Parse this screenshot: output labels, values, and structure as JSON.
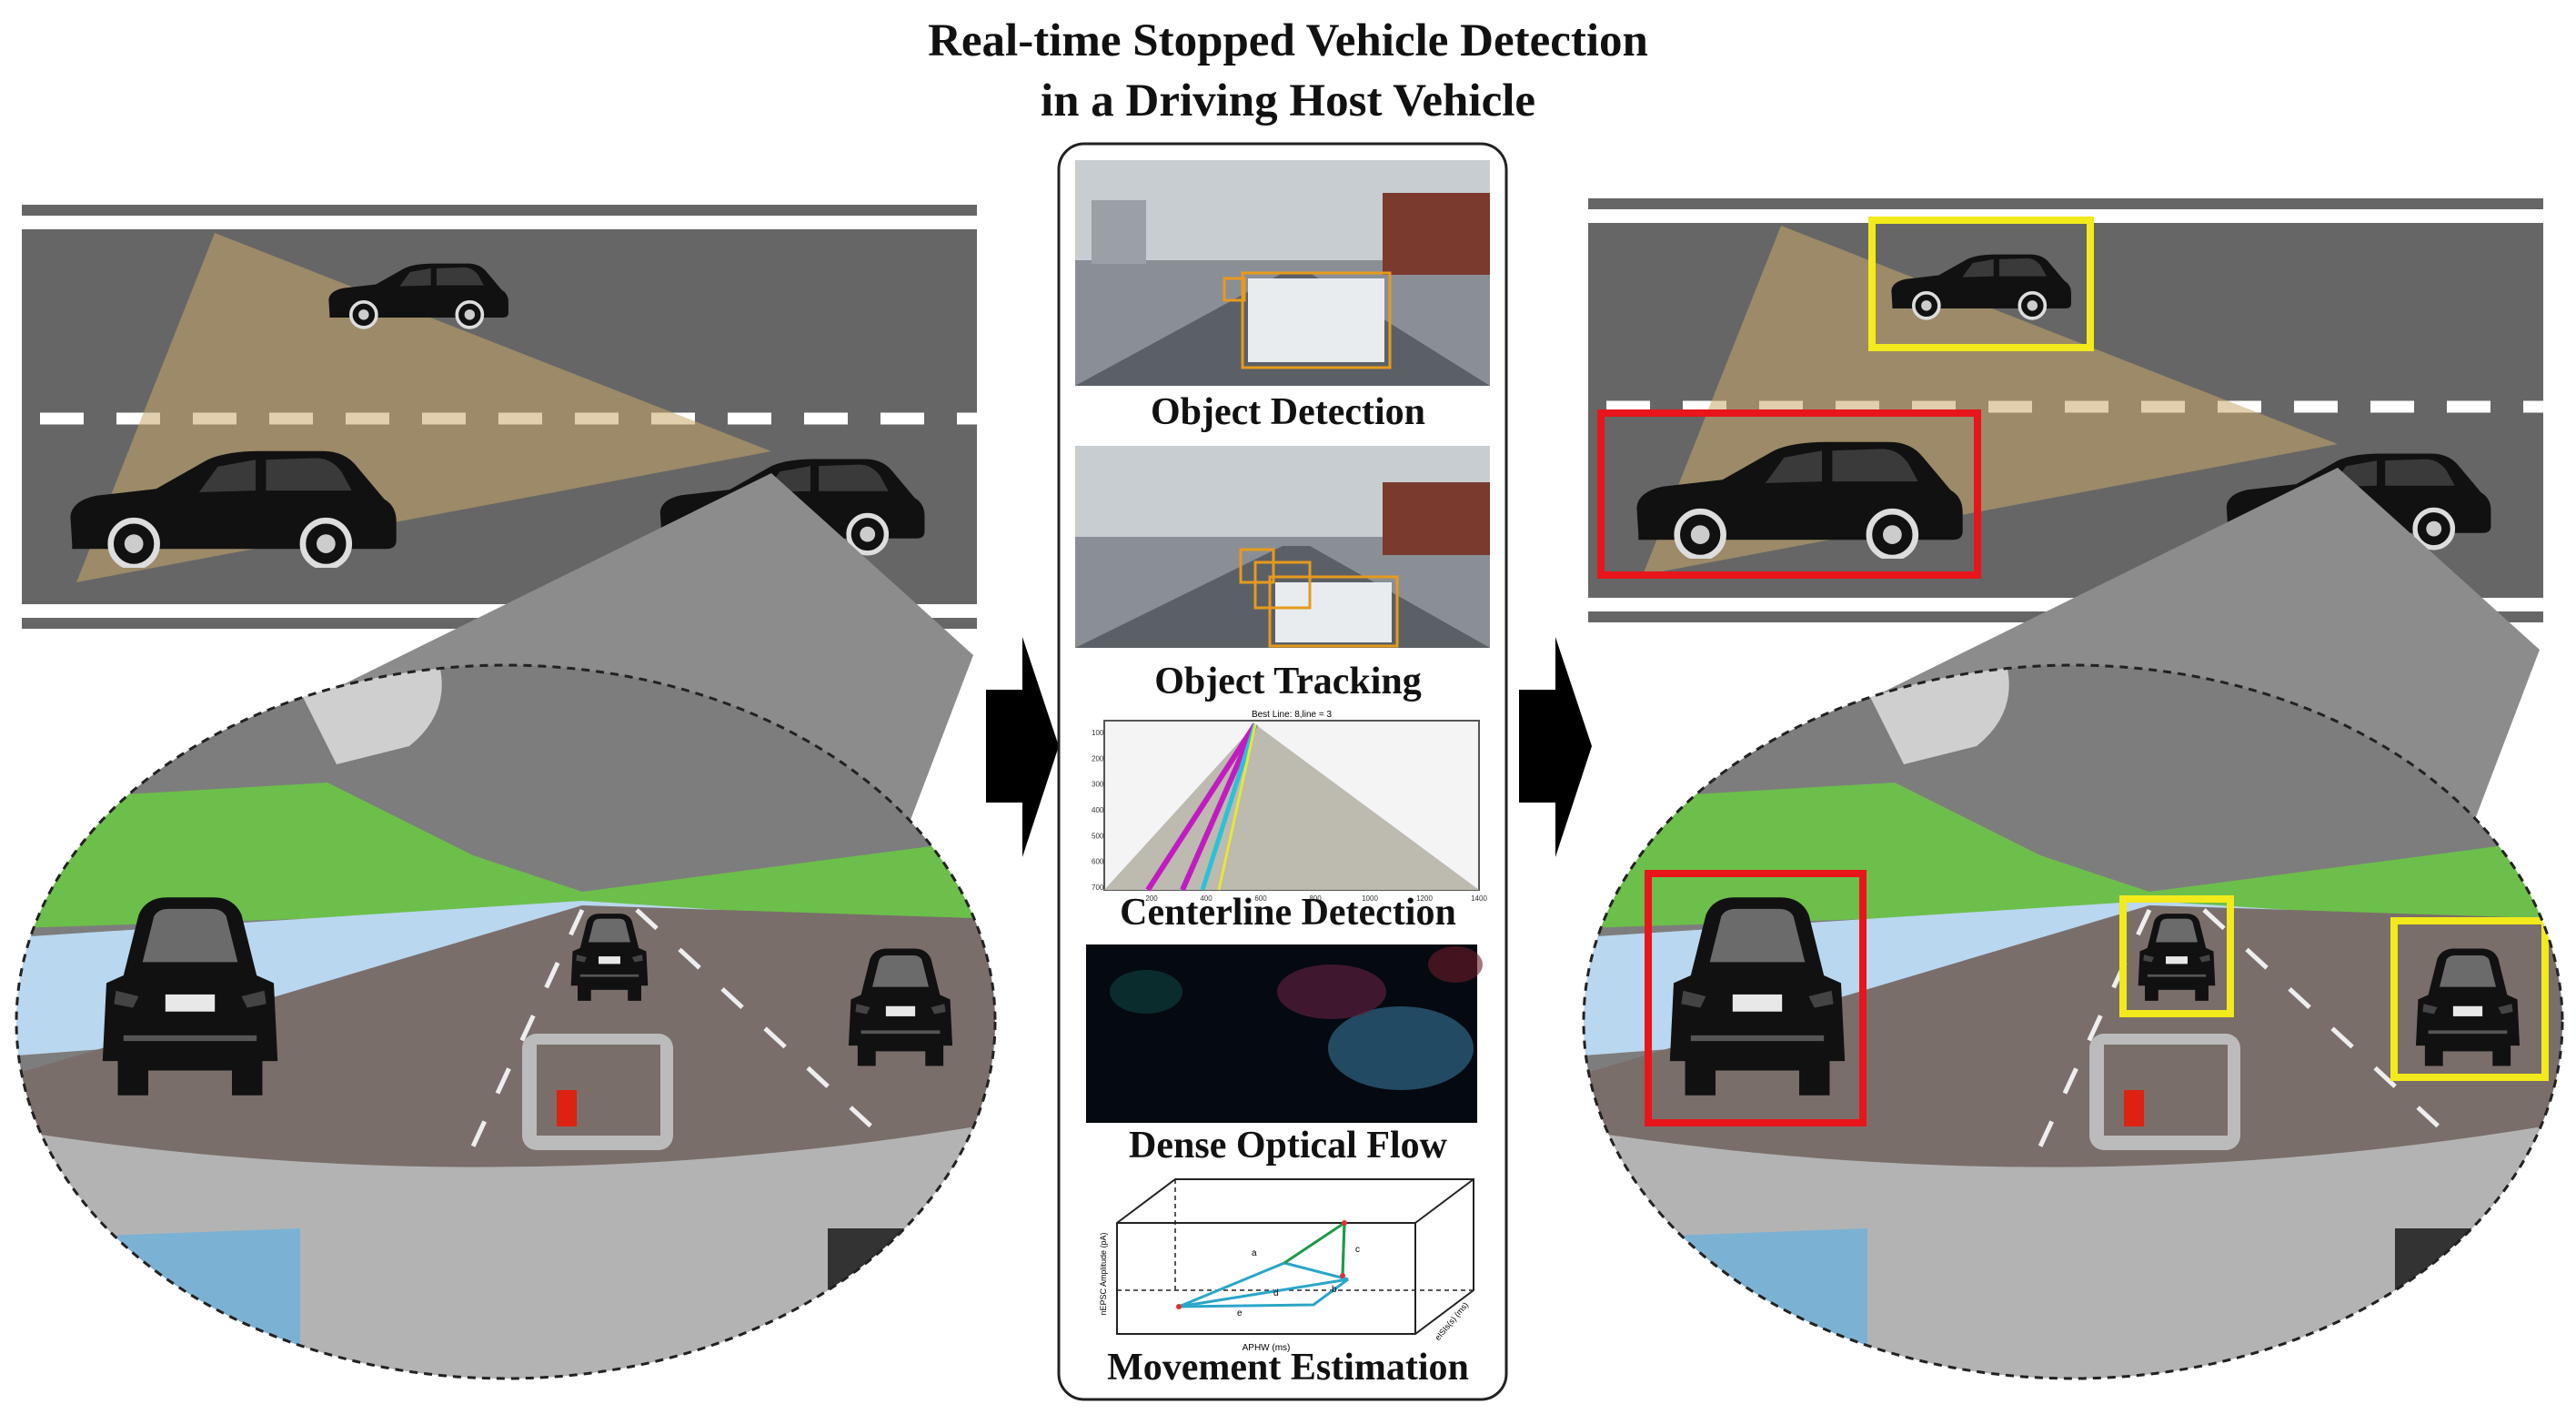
{
  "title": {
    "line1": "Real-time Stopped Vehicle Detection",
    "line2": "in a Driving Host Vehicle"
  },
  "pipeline": [
    {
      "label": "Object Detection"
    },
    {
      "label": "Object Tracking"
    },
    {
      "label": "Centerline Detection"
    },
    {
      "label": "Dense Optical Flow"
    },
    {
      "label": "Movement Estimation"
    }
  ],
  "centerline_plot": {
    "title": "Best Line: 8,line = 3",
    "y_ticks": [
      "100",
      "200",
      "300",
      "400",
      "500",
      "600",
      "700"
    ],
    "x_ticks": [
      "200",
      "400",
      "600",
      "800",
      "1000",
      "1200",
      "1400"
    ]
  },
  "movement_plot": {
    "xlabel": "APHW (ms)",
    "ylabel": "nEPSC Amplitude (pA)",
    "zlabel": "eISIs(s) (ms)",
    "point_labels": [
      "a",
      "b",
      "c",
      "d",
      "e"
    ]
  },
  "colors": {
    "road": "#666666",
    "cone": "#c9a86a",
    "stopped_box": "#e8151b",
    "moving_box": "#f2ea1b",
    "arrow": "#000000"
  }
}
